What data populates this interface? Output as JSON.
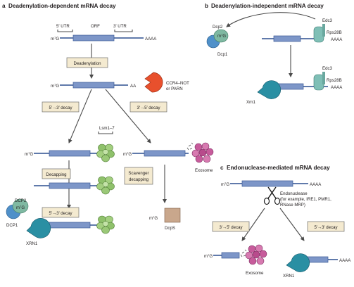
{
  "panels": {
    "a": {
      "letter": "a",
      "title": "Deadenylation-dependent mRNA decay"
    },
    "b": {
      "letter": "b",
      "title": "Deadenylation-independent mRNA decay"
    },
    "c": {
      "letter": "c",
      "title": "Endonuclease-mediated mRNA decay"
    }
  },
  "labels": {
    "utr5": "5′ UTR",
    "orf": "ORF",
    "utr3": "3′ UTR",
    "cap": "m7G",
    "cap_base": "m",
    "cap_sup": "7",
    "cap_g": "G",
    "polya": "AAAA",
    "aa": "AA",
    "ccr4_line1": "CCR4–NOT",
    "ccr4_line2": "or PARN",
    "lsm": "Lsm1–7",
    "exosome": "Exosome",
    "dcp2": "DCP2",
    "dcp1": "DCP1",
    "xrn1": "XRN1",
    "dcps": "DcpS",
    "dcp2_b": "Dcp2",
    "dcp1_b": "Dcp1",
    "xrn1_b": "Xrn1",
    "edc3": "Edc3",
    "rps28b": "Rps28B",
    "endo_line1": "Endonuclease",
    "endo_line2": "(for example, IRE1, PMR1,",
    "endo_line3": "RNase MRP)"
  },
  "steps": {
    "deadenylation": "Deadenylation",
    "decay_5to3": "5′→3′ decay",
    "decay_3to5": "3′→5′ decay",
    "decapping": "Decapping",
    "scavenger_1": "Scavenger",
    "scavenger_2": "decapping"
  },
  "colors": {
    "mrna": "#2b4f8f",
    "orf": "#7d96c8",
    "step_box": "#f4ead0",
    "ccr4": "#e8502d",
    "lsm": "#8fc16b",
    "exosome": "#c75b9b",
    "decapping_dcp2": "#7fb9a2",
    "decapping_dcp1": "#4f90c9",
    "xrn1": "#2a8fa3",
    "dcps": "#c9a78c",
    "edc3": "#7fbfb6"
  }
}
